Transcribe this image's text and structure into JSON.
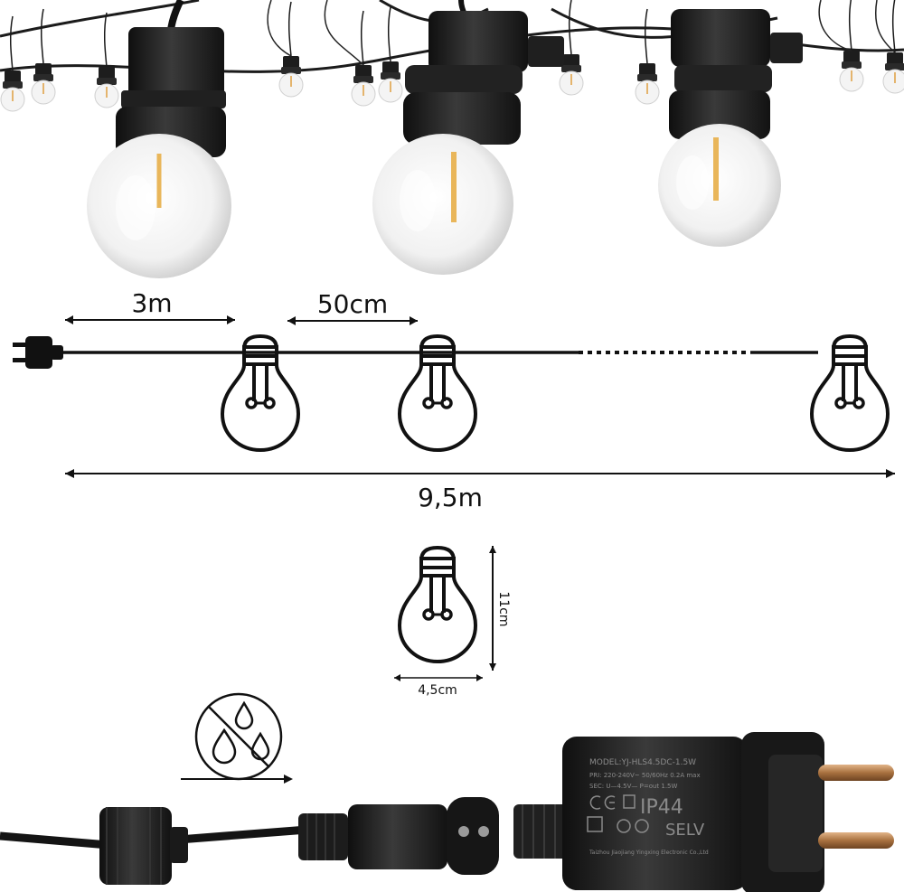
{
  "diagram": {
    "lead_cable_length": "3m",
    "bulb_spacing": "50cm",
    "total_length": "9,5m",
    "bulb_height": "11cm",
    "bulb_width": "4,5cm"
  },
  "adapter": {
    "model_line": "MODEL:YJ-HLS4.5DC-1.5W",
    "spec_line": "PRI: 220-240V~ 50/60Hz 0.2A max",
    "sec_line": "SEC: U—4.5V— P=out 1.5W",
    "ip_rating": "IP44",
    "selv_label": "SELV",
    "manufacturer": "Taizhou Jiaojiang Yingxing Electronic Co.,Ltd"
  },
  "colors": {
    "line": "#111111",
    "plastic": "#1c1c1c",
    "filament": "#e9b65a",
    "pin": "#b07a4a"
  },
  "icons": [
    "plug-icon",
    "bulb-icon",
    "waterproof-icon",
    "arrow-right-icon"
  ]
}
